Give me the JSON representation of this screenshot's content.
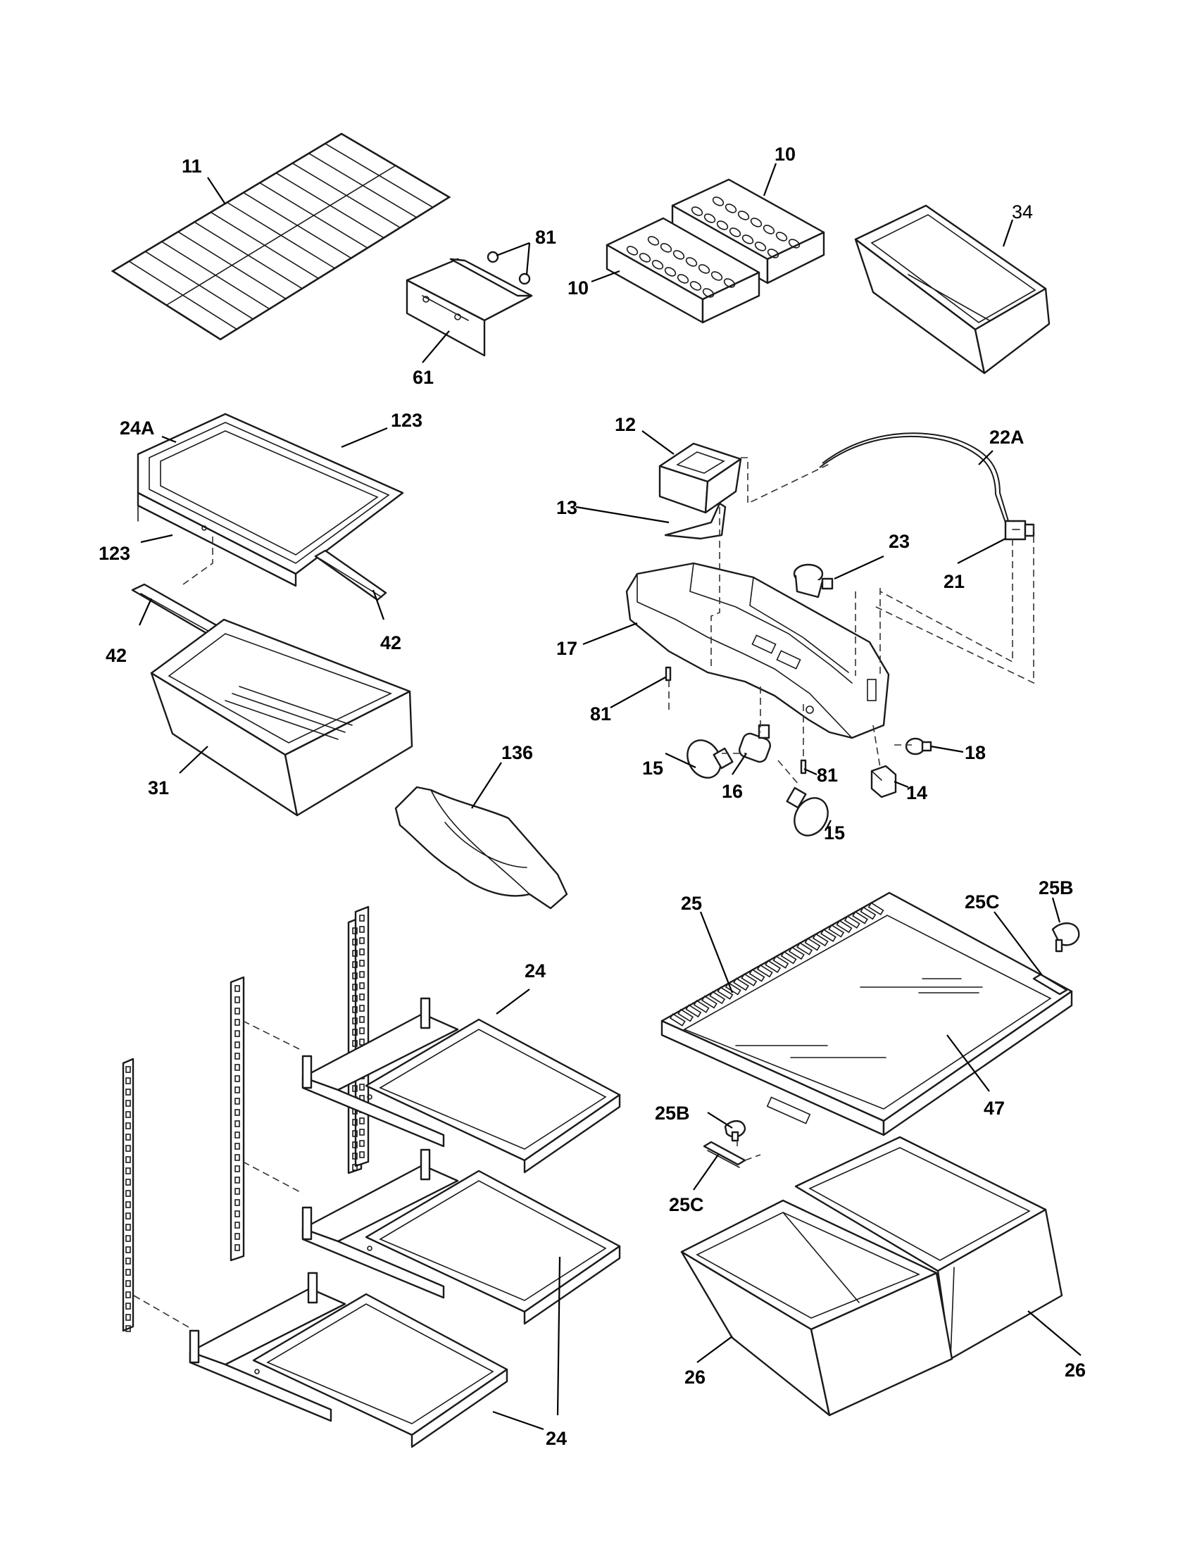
{
  "callouts": {
    "p11": "11",
    "p81_top": "81",
    "p61": "61",
    "p10_right": "10",
    "p10_left": "10",
    "p34": "34",
    "p24A": "24A",
    "p123_top": "123",
    "p123_left": "123",
    "p42_left": "42",
    "p42_right": "42",
    "p31": "31",
    "p136": "136",
    "p12": "12",
    "p22A": "22A",
    "p13": "13",
    "p23": "23",
    "p21": "21",
    "p17": "17",
    "p81_mid": "81",
    "p18": "18",
    "p15_left": "15",
    "p16": "16",
    "p81_low": "81",
    "p14": "14",
    "p15_low": "15",
    "p25": "25",
    "p25C_top": "25C",
    "p25B_top": "25B",
    "p24_top": "24",
    "p47": "47",
    "p25B_mid": "25B",
    "p25C_mid": "25C",
    "p24_low": "24",
    "p26_left": "26",
    "p26_right": "26"
  },
  "colors": {
    "line": "#1a1a1a",
    "background": "#ffffff"
  }
}
